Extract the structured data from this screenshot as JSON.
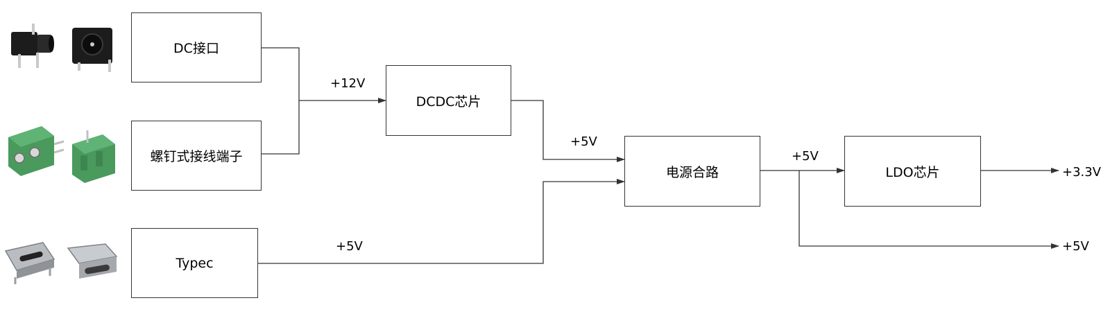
{
  "blocks": {
    "dc_jack": "DC接口",
    "screw_terminal": "螺钉式接线端子",
    "typec": "Typec",
    "dcdc": "DCDC芯片",
    "power_merge": "电源合路",
    "ldo": "LDO芯片"
  },
  "labels": {
    "v12": "+12V",
    "v5_dcdc_out": "+5V",
    "v5_typec": "+5V",
    "v5_merge_out": "+5V",
    "v33_out": "+3.3V",
    "v5_out": "+5V"
  },
  "colors": {
    "line": "#333333",
    "terminal_green": "#4a9a5e",
    "jack_black": "#1c1c1c",
    "usb_metal": "#b9bcc0"
  },
  "icons": {
    "dc_jack_photo": "dc-barrel-jack",
    "screw_terminal_photo": "green-screw-terminal",
    "typec_photo": "usb-c-receptacle"
  }
}
